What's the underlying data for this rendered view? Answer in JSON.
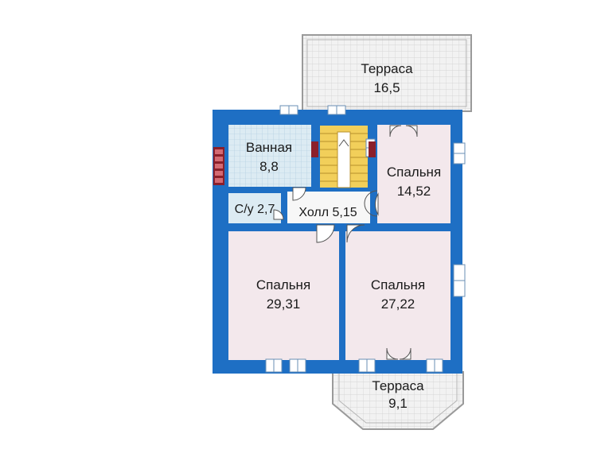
{
  "colors": {
    "wall": "#1e6fc4",
    "wall_dark": "#1655a0",
    "room_fill": "#f3e8ec",
    "bath_fill": "#dcebf3",
    "hall_fill": "#f7f7f7",
    "terrace_fill": "#f2f2f2",
    "stairs_fill": "#f2cf5a",
    "chimney": "#8b1f2a"
  },
  "rooms": {
    "terrace_top": {
      "name": "Терраса",
      "area": "16,5"
    },
    "bathroom": {
      "name": "Ванная",
      "area": "8,8"
    },
    "bedroom_small": {
      "name": "Спальня",
      "area": "14,52"
    },
    "wc": {
      "label": "С/у 2,7"
    },
    "hall": {
      "label": "Холл 5,15"
    },
    "bedroom_left": {
      "name": "Спальня",
      "area": "29,31"
    },
    "bedroom_right": {
      "name": "Спальня",
      "area": "27,22"
    },
    "terrace_bottom": {
      "name": "Терраса",
      "area": "9,1"
    }
  }
}
